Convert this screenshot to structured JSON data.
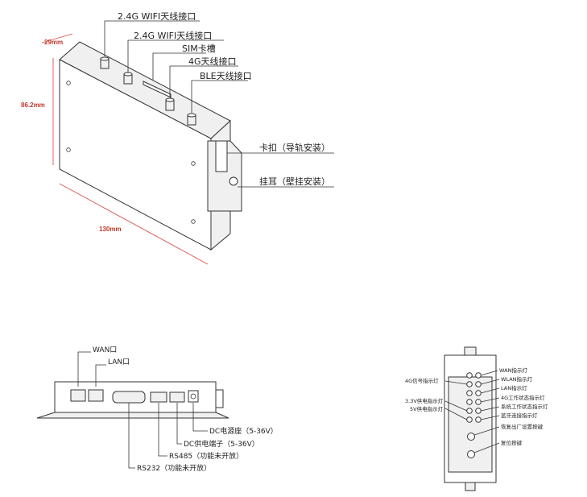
{
  "main_view": {
    "dimensions": {
      "depth": "29mm",
      "height": "86.2mm",
      "length": "130mm"
    },
    "callouts": [
      "2.4G WIFI天线接口",
      "2.4G WIFI天线接口",
      "SIM卡槽",
      "4G天线接口",
      "BLE天线接口",
      "卡扣（导轨安装）",
      "挂耳（壁挂安装）"
    ]
  },
  "front_view": {
    "top_labels": [
      "WAN口",
      "LAN口"
    ],
    "bottom_labels": [
      "DC电源座（5-36V）",
      "DC供电端子（5-36V）",
      "RS485（功能未开放）",
      "RS232（功能未开放）"
    ]
  },
  "side_view": {
    "left_labels": [
      "4G信号指示灯",
      "3.3V供电指示灯",
      "5V供电指示灯"
    ],
    "right_labels": [
      "WAN指示灯",
      "WLAN指示灯",
      "LAN指示灯",
      "4G工作状态指示灯",
      "系统工作状态指示灯",
      "蓝牙连接指示灯",
      "恢复出厂设置按键",
      "复位按键"
    ]
  }
}
